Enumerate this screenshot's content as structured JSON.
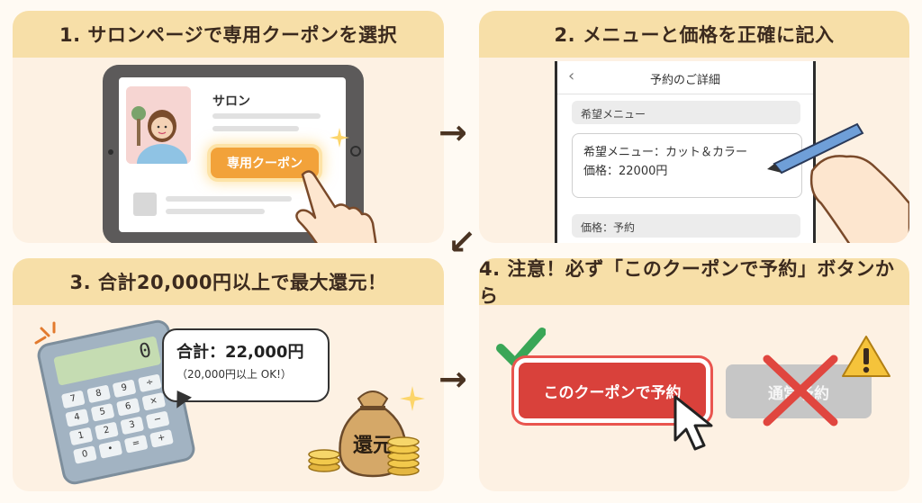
{
  "steps": [
    {
      "title": "1. サロンページで専用クーポンを選択"
    },
    {
      "title": "2. メニューと価格を正確に記入"
    },
    {
      "title": "3. 合計20,000円以上で最大還元！"
    },
    {
      "title": "4. 注意！必ず「このクーポンで予約」ボタンから"
    }
  ],
  "step1": {
    "salon_label": "サロン",
    "coupon_button": "専用クーポン"
  },
  "step2": {
    "form_title": "予約のご詳細",
    "back_arrow": "‹",
    "field_menu": "希望メニュー",
    "entry_line1": "希望メニュー：カット＆カラー",
    "entry_line2": "価格：22000円",
    "field_price": "価格：予約"
  },
  "step3": {
    "calculator_display": "0",
    "calc_keys": [
      "7",
      "8",
      "9",
      "÷",
      "4",
      "5",
      "6",
      "×",
      "1",
      "2",
      "3",
      "−",
      "0",
      "•",
      "=",
      "+"
    ],
    "total_text": "合計：22,000円",
    "note_text": "（20,000円以上 OK!）",
    "bag_label": "還元"
  },
  "step4": {
    "coupon_reserve_button": "このクーポンで予約",
    "normal_reserve_button": "通常予約"
  },
  "arrows": {
    "right": "→",
    "down_left": "↙"
  },
  "colors": {
    "header": "#f7dfa8",
    "panel": "#fdf1e3",
    "coupon_orange": "#f2a23a",
    "reserve_red": "#d9413b",
    "check_green": "#3aa657",
    "cross_red": "#e0463f",
    "warning_yellow": "#f5c33b"
  }
}
